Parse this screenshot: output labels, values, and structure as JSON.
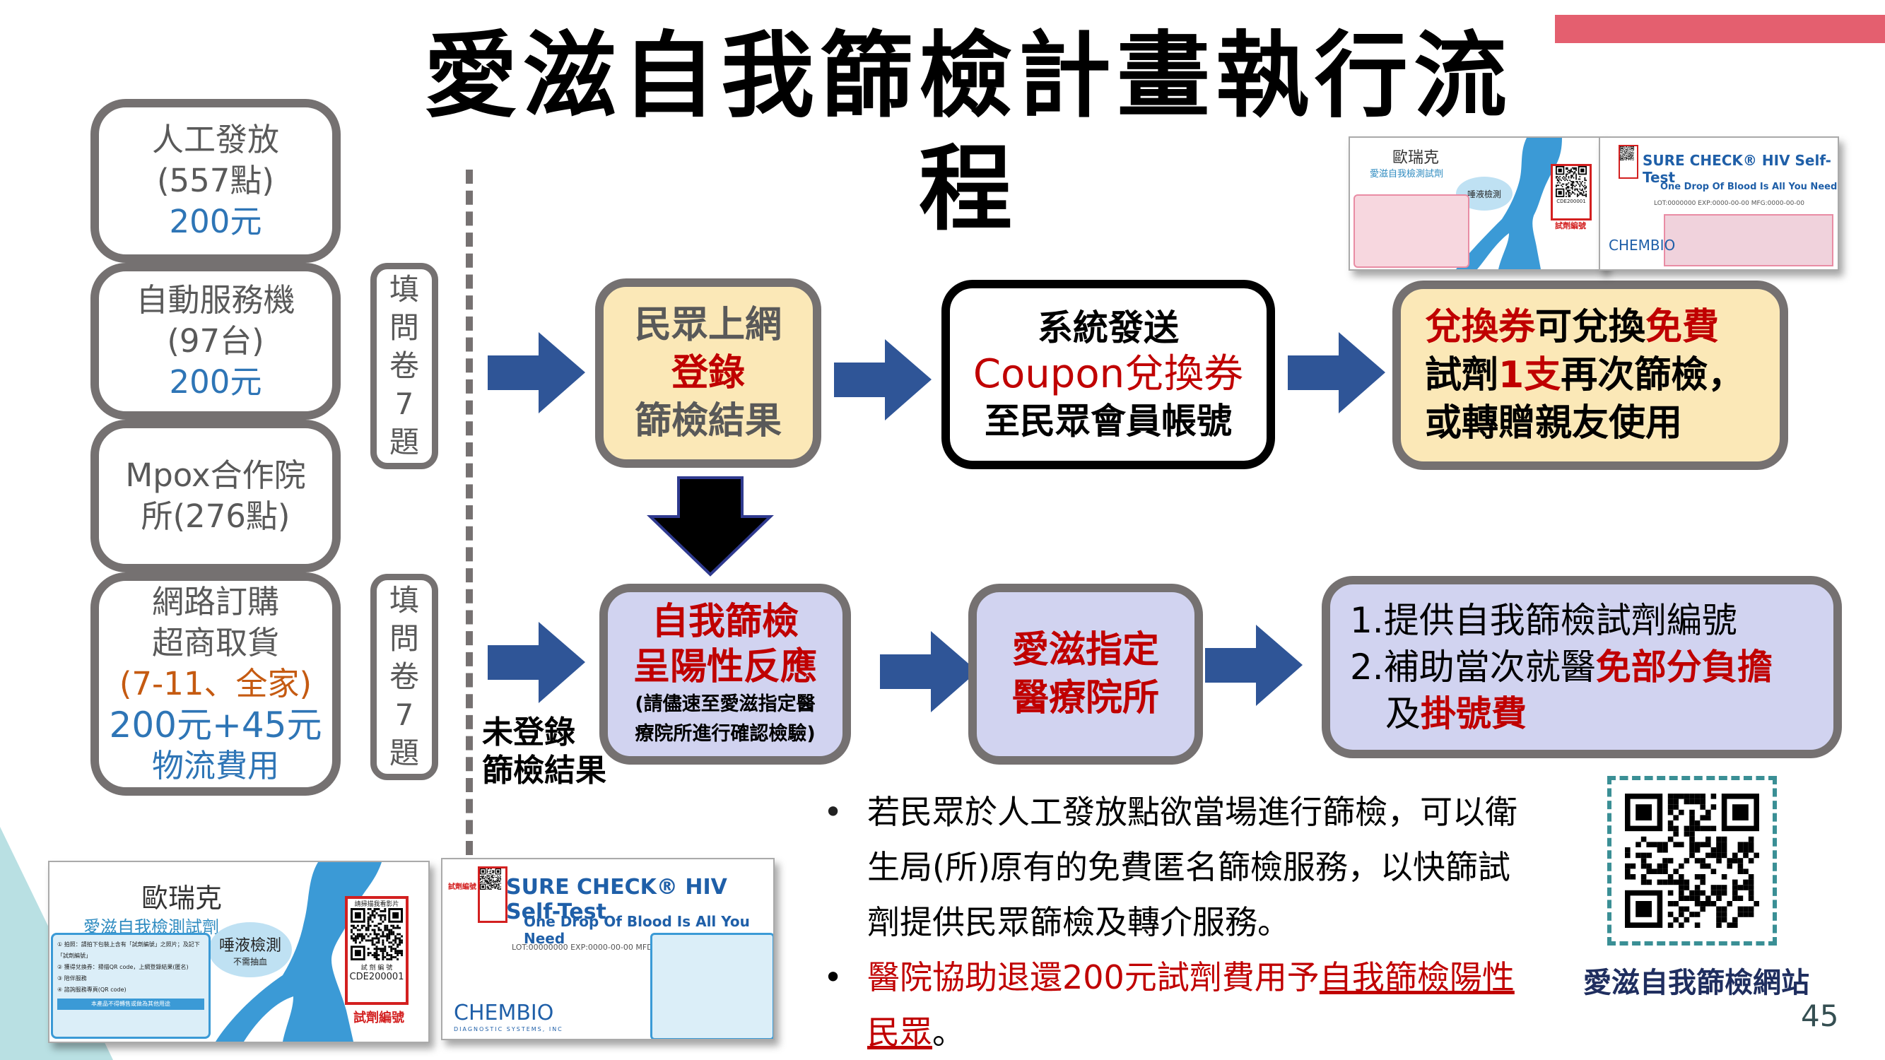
{
  "slide": {
    "title": "愛滋自我篩檢計畫執行流程",
    "page_number": "45",
    "accent_color": "#e45f6f"
  },
  "sources": [
    {
      "lines": [
        "人工發放",
        "(557點)"
      ],
      "price": "200元"
    },
    {
      "lines": [
        "自動服務機",
        "(97台)"
      ],
      "price": "200元"
    },
    {
      "lines": [
        "Mpox合作院",
        "所(276點)"
      ],
      "price": ""
    },
    {
      "lines": [
        "網路訂購",
        "超商取貨"
      ],
      "stores": "(7-11、全家)",
      "price": "200元+45元",
      "price2": "物流費用"
    }
  ],
  "questionnaire": {
    "chars": [
      "填",
      "問",
      "卷",
      "7",
      "題"
    ]
  },
  "unregistered_label": [
    "未登錄",
    "篩檢結果"
  ],
  "flow_top": [
    {
      "lines": [
        "民眾上網"
      ],
      "highlight": "登錄",
      "after": "篩檢結果"
    },
    {
      "line1": "系統發送",
      "highlight": "Coupon兌換券",
      "line3": "至民眾會員帳號"
    },
    {
      "r1a": "兌換券",
      "r1b": "可兌換",
      "r1c": "免費",
      "r2a": "試劑",
      "r2b": "1支",
      "r2c": "再次篩檢，",
      "r3": "或轉贈親友使用"
    }
  ],
  "flow_bottom": [
    {
      "line1": "自我篩檢",
      "line2": "呈陽性反應",
      "note1": "(請儘速至愛滋指定醫",
      "note2": "療院所進行確認檢驗)"
    },
    {
      "line1": "愛滋指定",
      "line2": "醫療院所"
    },
    {
      "item1": "1.提供自我篩檢試劑編號",
      "item2a": "2.補助當次就醫",
      "item2b": "免部分負擔",
      "item3a": "及",
      "item3b": "掛號費"
    }
  ],
  "bullets": [
    {
      "text": "若民眾於人工發放點欲當場進行篩檢，可以衛生局(所)原有的免費匿名篩檢服務，以快篩試劑提供民眾篩檢及轉介服務。"
    },
    {
      "pre": "醫院協助退還200元試劑費用予",
      "underlined": "自我篩檢陽性民眾",
      "post": "。"
    }
  ],
  "qr_caption": "愛滋自我篩檢網站",
  "product_cards": {
    "oraquick": {
      "brand": "歐瑞克",
      "subtitle": "愛滋自我檢測試劑",
      "bubble": "唾液檢測",
      "bubble_sub": "不需抽血",
      "qr_label": "請掃描我看影片",
      "serial_label": "試 劑 編 號",
      "serial": "CDE200001",
      "serial_caption": "試劑編號",
      "steps": [
        "① 拍照：請拍下包裝上含有「試劑編號」之照片；及記下「試劑編號」",
        "② 獲得兌換券：掃描QR code，上網登錄結果(匿名)",
        "③ 陪伴服務",
        "④ 諮詢服務專頁(QR code)"
      ],
      "footer": "本產品不得轉售或做為其他用途"
    },
    "surecheck": {
      "title": "SURE CHECK® HIV Self-Test",
      "tagline": "One Drop Of Blood Is All You Need",
      "lot_top": "LOT:0000000 EXP:0000-00-00 MFG:0000-00-00",
      "lot_bottom": "LOT:00000000 EXP:0000-00-00 MFD:0000",
      "serial_caption": "試劑編號",
      "maker": "CHEMBIO",
      "maker_sub": "DIAGNOSTIC SYSTEMS, INC"
    }
  }
}
